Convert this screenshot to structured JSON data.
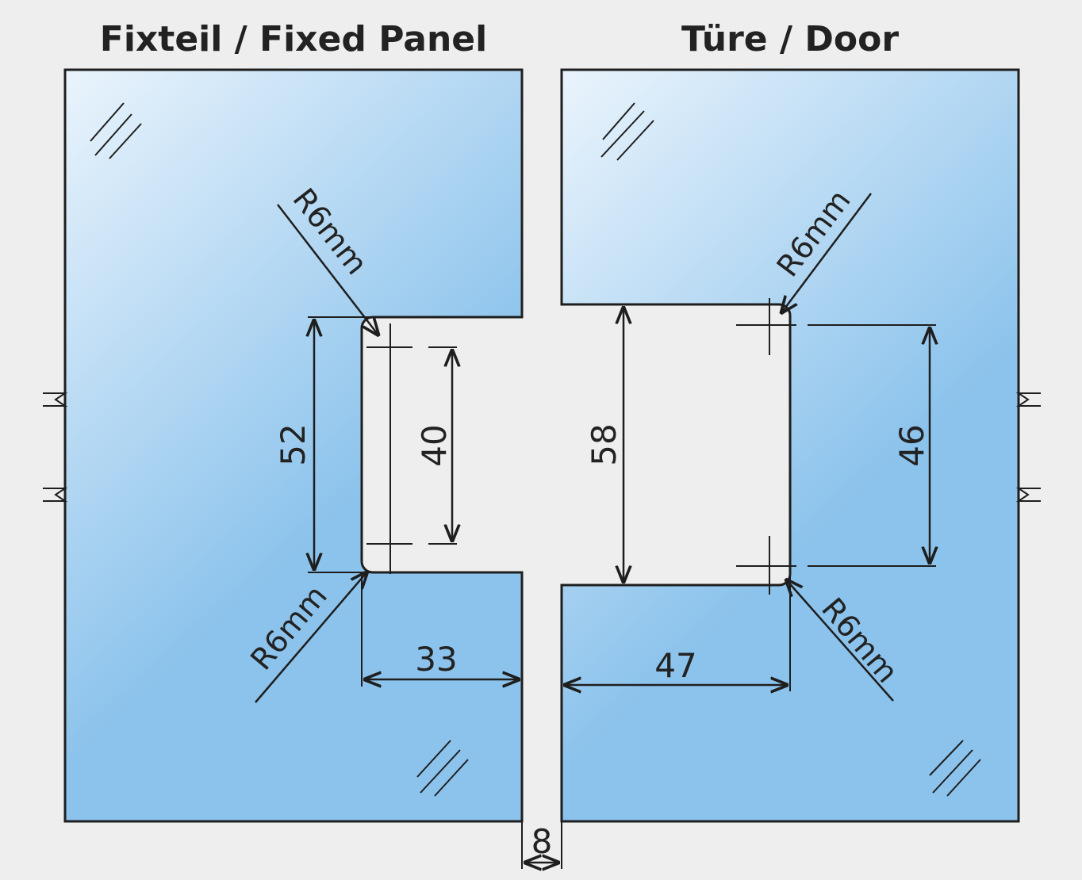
{
  "panels": {
    "fixed": {
      "title": "Fixteil / Fixed Panel"
    },
    "door": {
      "title": "Türe / Door"
    }
  },
  "dimensions": {
    "fixed_cutout_height": "52",
    "fixed_hole_spacing": "40",
    "fixed_cutout_depth": "33",
    "door_cutout_height": "58",
    "door_hole_spacing": "46",
    "door_cutout_depth": "47",
    "gap": "8"
  },
  "radii": {
    "fixed_top": "R6mm",
    "fixed_bottom": "R6mm",
    "door_top": "R6mm",
    "door_bottom": "R6mm"
  },
  "colors": {
    "background": "#eeeeee",
    "glass_light": "#eaf4fc",
    "glass_dark": "#8cc3ec",
    "line": "#1e1e1e",
    "text": "#222222"
  }
}
